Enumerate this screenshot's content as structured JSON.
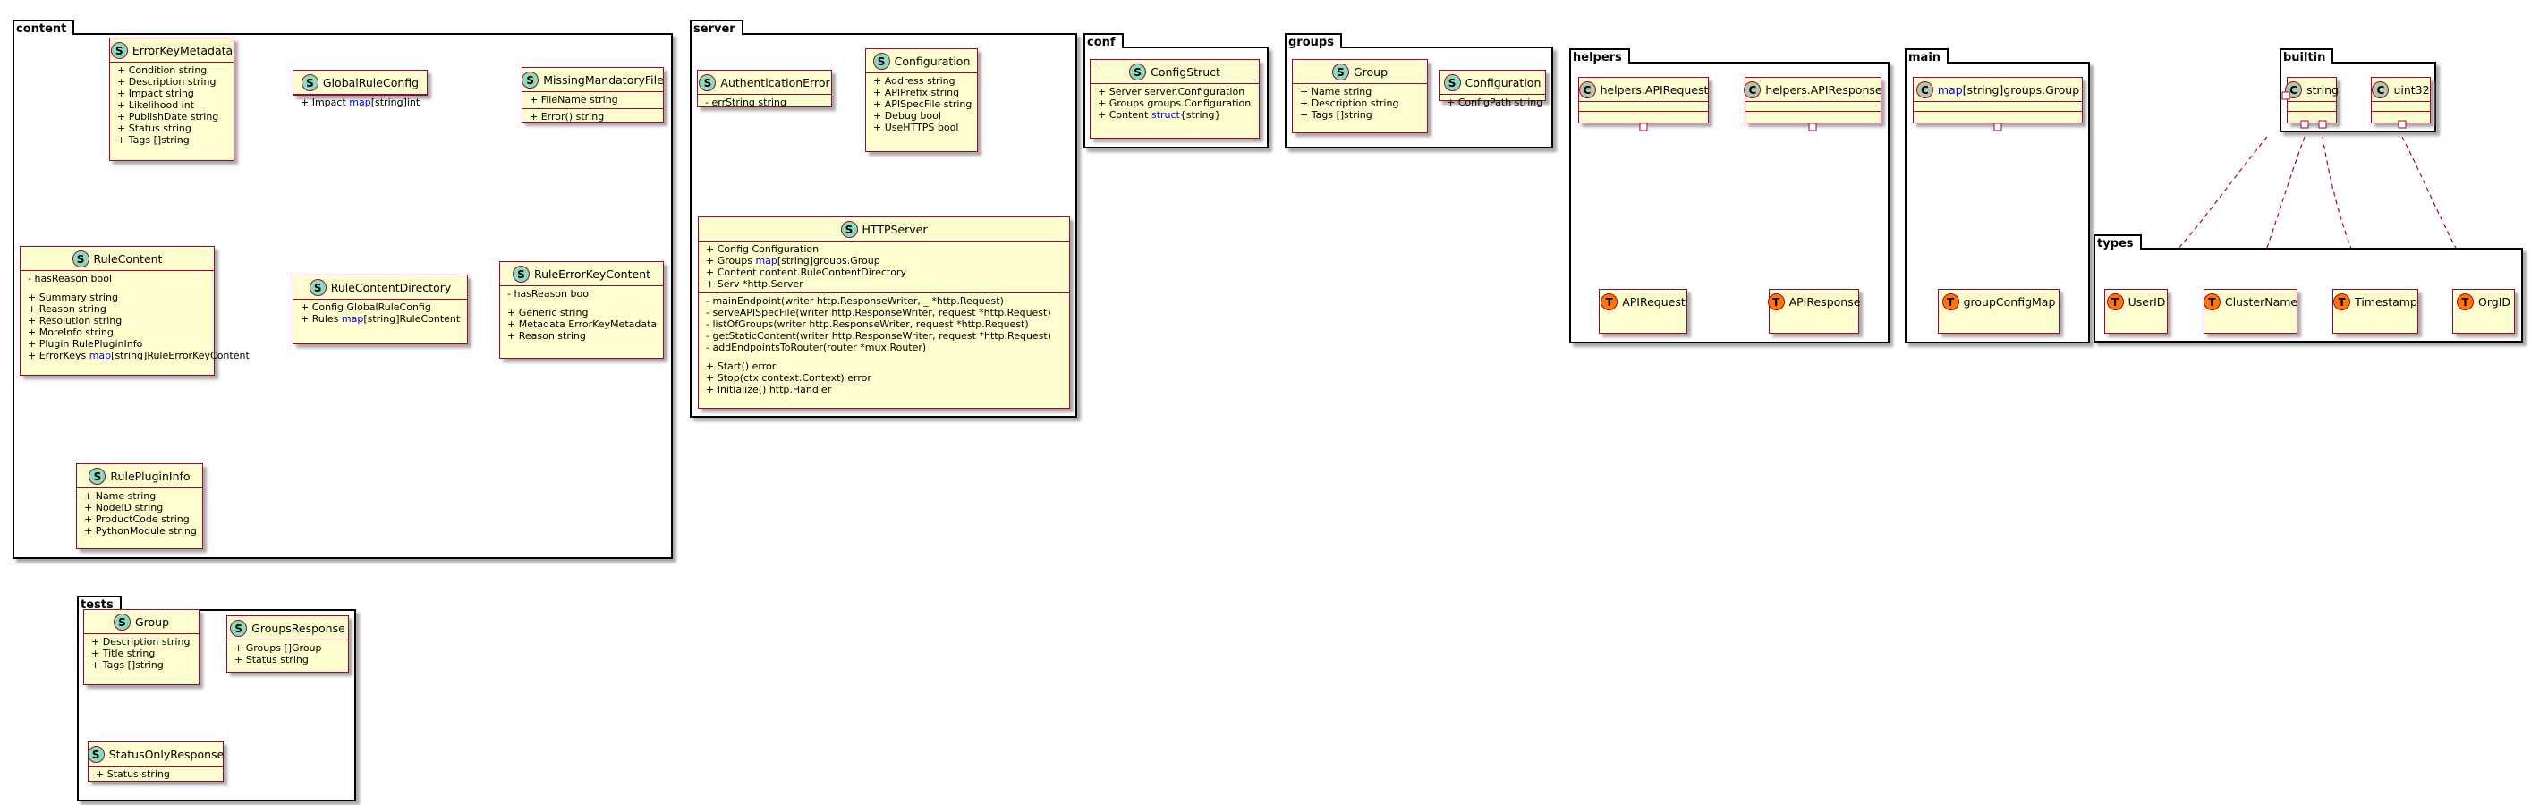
{
  "packages": [
    {
      "id": "content",
      "label": "content"
    },
    {
      "id": "server",
      "label": "server"
    },
    {
      "id": "conf",
      "label": "conf"
    },
    {
      "id": "groups",
      "label": "groups"
    },
    {
      "id": "helpers",
      "label": "helpers"
    },
    {
      "id": "main",
      "label": "main"
    },
    {
      "id": "builtin",
      "label": "builtin"
    },
    {
      "id": "types",
      "label": "types"
    },
    {
      "id": "tests",
      "label": "tests"
    }
  ],
  "classes": [
    {
      "id": "ErrorKeyMetadata",
      "pkg": "content",
      "stereotype": "S",
      "name": "ErrorKeyMetadata",
      "sections": [
        [
          "+ Condition string",
          "+ Description string",
          "+ Impact string",
          "+ Likelihood int",
          "+ PublishDate string",
          "+ Status string",
          "+ Tags []string"
        ]
      ]
    },
    {
      "id": "GlobalRuleConfig",
      "pkg": "content",
      "stereotype": "S",
      "name": "GlobalRuleConfig",
      "sections": [
        [
          "+ Impact [[map]][string]int"
        ]
      ]
    },
    {
      "id": "MissingMandatoryFile",
      "pkg": "content",
      "stereotype": "S",
      "name": "MissingMandatoryFile",
      "sections": [
        [
          "+ FileName string"
        ],
        [
          "+ Error() string"
        ]
      ]
    },
    {
      "id": "RuleContent",
      "pkg": "content",
      "stereotype": "S",
      "name": "RuleContent",
      "sections": [
        [
          "- hasReason bool",
          "",
          "+ Summary string",
          "+ Reason string",
          "+ Resolution string",
          "+ MoreInfo string",
          "+ Plugin RulePluginInfo",
          "+ ErrorKeys [[map]][string]RuleErrorKeyContent"
        ]
      ]
    },
    {
      "id": "RuleContentDirectory",
      "pkg": "content",
      "stereotype": "S",
      "name": "RuleContentDirectory",
      "sections": [
        [
          "+ Config GlobalRuleConfig",
          "+ Rules [[map]][string]RuleContent"
        ]
      ]
    },
    {
      "id": "RuleErrorKeyContent",
      "pkg": "content",
      "stereotype": "S",
      "name": "RuleErrorKeyContent",
      "sections": [
        [
          "- hasReason bool",
          "",
          "+ Generic string",
          "+ Metadata ErrorKeyMetadata",
          "+ Reason string"
        ]
      ]
    },
    {
      "id": "RulePluginInfo",
      "pkg": "content",
      "stereotype": "S",
      "name": "RulePluginInfo",
      "sections": [
        [
          "+ Name string",
          "+ NodeID string",
          "+ ProductCode string",
          "+ PythonModule string"
        ]
      ]
    },
    {
      "id": "AuthenticationError",
      "pkg": "server",
      "stereotype": "S",
      "name": "AuthenticationError",
      "sections": [
        [
          "- errString string"
        ]
      ]
    },
    {
      "id": "ServerConfiguration",
      "pkg": "server",
      "stereotype": "S",
      "name": "Configuration",
      "sections": [
        [
          "+ Address string",
          "+ APIPrefix string",
          "+ APISpecFile string",
          "+ Debug bool",
          "+ UseHTTPS bool"
        ]
      ]
    },
    {
      "id": "HTTPServer",
      "pkg": "server",
      "stereotype": "S",
      "name": "HTTPServer",
      "sections": [
        [
          "+ Config Configuration",
          "+ Groups [[map]][string]groups.Group",
          "+ Content content.RuleContentDirectory",
          "+ Serv *http.Server"
        ],
        [
          "- mainEndpoint(writer http.ResponseWriter, _ *http.Request)",
          "- serveAPISpecFile(writer http.ResponseWriter, request *http.Request)",
          "- listOfGroups(writer http.ResponseWriter, request *http.Request)",
          "- getStaticContent(writer http.ResponseWriter, request *http.Request)",
          "- addEndpointsToRouter(router *mux.Router)",
          "",
          "+ Start() error",
          "+ Stop(ctx context.Context) error",
          "+ Initialize() http.Handler"
        ]
      ]
    },
    {
      "id": "ConfigStruct",
      "pkg": "conf",
      "stereotype": "S",
      "name": "ConfigStruct",
      "sections": [
        [
          "+ Server server.Configuration",
          "+ Groups groups.Configuration",
          "+ Content [[struct]]{string}"
        ]
      ]
    },
    {
      "id": "GroupsGroup",
      "pkg": "groups",
      "stereotype": "S",
      "name": "Group",
      "sections": [
        [
          "+ Name string",
          "+ Description string",
          "+ Tags []string"
        ]
      ]
    },
    {
      "id": "GroupsConfiguration",
      "pkg": "groups",
      "stereotype": "S",
      "name": "Configuration",
      "sections": [
        [
          "+ ConfigPath string"
        ]
      ]
    },
    {
      "id": "helpersAPIRequest",
      "pkg": "helpers",
      "stereotype": "C",
      "name": "helpers.APIRequest",
      "sections": [
        []
      ]
    },
    {
      "id": "helpersAPIResponse",
      "pkg": "helpers",
      "stereotype": "C",
      "name": "helpers.APIResponse",
      "sections": [
        []
      ]
    },
    {
      "id": "APIRequest",
      "pkg": "helpers",
      "stereotype": "T",
      "name": "APIRequest",
      "sections": [
        []
      ]
    },
    {
      "id": "APIResponse",
      "pkg": "helpers",
      "stereotype": "T",
      "name": "APIResponse",
      "sections": [
        []
      ]
    },
    {
      "id": "mapGroups",
      "pkg": "main",
      "stereotype": "C",
      "name": "[[map]][string]groups.Group",
      "sections": [
        []
      ]
    },
    {
      "id": "groupConfigMap",
      "pkg": "main",
      "stereotype": "T",
      "name": "groupConfigMap",
      "sections": [
        []
      ]
    },
    {
      "id": "string",
      "pkg": "builtin",
      "stereotype": "C",
      "name": "string",
      "sections": [
        []
      ]
    },
    {
      "id": "uint32",
      "pkg": "builtin",
      "stereotype": "C",
      "name": "uint32",
      "sections": [
        []
      ]
    },
    {
      "id": "UserID",
      "pkg": "types",
      "stereotype": "T",
      "name": "UserID",
      "sections": [
        []
      ]
    },
    {
      "id": "ClusterName",
      "pkg": "types",
      "stereotype": "T",
      "name": "ClusterName",
      "sections": [
        []
      ]
    },
    {
      "id": "Timestamp",
      "pkg": "types",
      "stereotype": "T",
      "name": "Timestamp",
      "sections": [
        []
      ]
    },
    {
      "id": "OrgID",
      "pkg": "types",
      "stereotype": "T",
      "name": "OrgID",
      "sections": [
        []
      ]
    },
    {
      "id": "TestsGroup",
      "pkg": "tests",
      "stereotype": "S",
      "name": "Group",
      "sections": [
        [
          "+ Description string",
          "+ Title string",
          "+ Tags []string"
        ]
      ]
    },
    {
      "id": "GroupsResponse",
      "pkg": "tests",
      "stereotype": "S",
      "name": "GroupsResponse",
      "sections": [
        [
          "+ Groups []Group",
          "+ Status string"
        ]
      ]
    },
    {
      "id": "StatusOnlyResponse",
      "pkg": "tests",
      "stereotype": "S",
      "name": "StatusOnlyResponse",
      "sections": [
        [
          "+ Status string"
        ]
      ]
    }
  ],
  "links": [
    {
      "from": "helpersAPIRequest",
      "to": "APIRequest"
    },
    {
      "from": "helpersAPIResponse",
      "to": "APIResponse"
    },
    {
      "from": "mapGroups",
      "to": "groupConfigMap"
    },
    {
      "from": "string",
      "to": "UserID"
    },
    {
      "from": "string",
      "to": "ClusterName"
    },
    {
      "from": "string",
      "to": "Timestamp"
    },
    {
      "from": "uint32",
      "to": "OrgID"
    }
  ]
}
